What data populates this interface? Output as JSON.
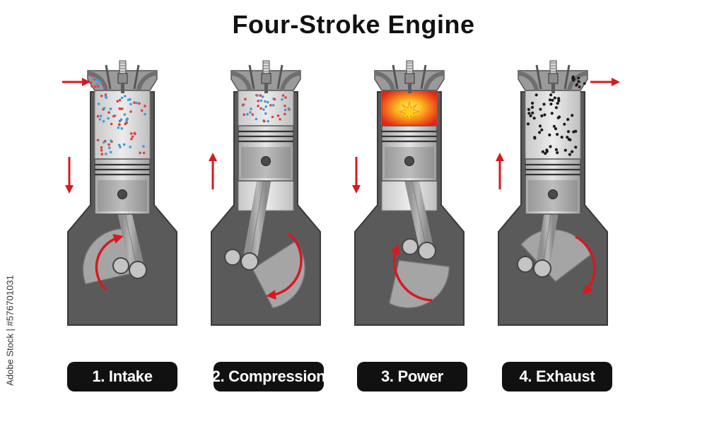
{
  "title": "Four-Stroke Engine",
  "strokes": [
    {
      "label": "1. Intake",
      "piston": "down",
      "chamber": "fuel-air-mixture"
    },
    {
      "label": "2. Compression",
      "piston": "up",
      "chamber": "compressed-mixture"
    },
    {
      "label": "3. Power",
      "piston": "down",
      "chamber": "combustion"
    },
    {
      "label": "4. Exhaust",
      "piston": "up",
      "chamber": "exhaust-gas"
    }
  ],
  "colors": {
    "block": "#5a5a5a",
    "block_stroke": "#3a3a3a",
    "cylinder_wall": "#8a8a8a",
    "piston": "#bdbdbd",
    "arrow": "#d7191f",
    "fuel_red": "#e0413b",
    "fuel_blue": "#3d9be0",
    "combustion_outer": "#e62e1c",
    "combustion_inner": "#ffd21f",
    "exhaust_particle": "#1a1a1a",
    "label_bg": "#111111"
  },
  "icons": [
    "spark-plug-icon",
    "arrow-down-icon",
    "arrow-up-icon",
    "rotation-arrow-icon",
    "explosion-icon"
  ],
  "watermark": "Adobe Stock | #576701031"
}
